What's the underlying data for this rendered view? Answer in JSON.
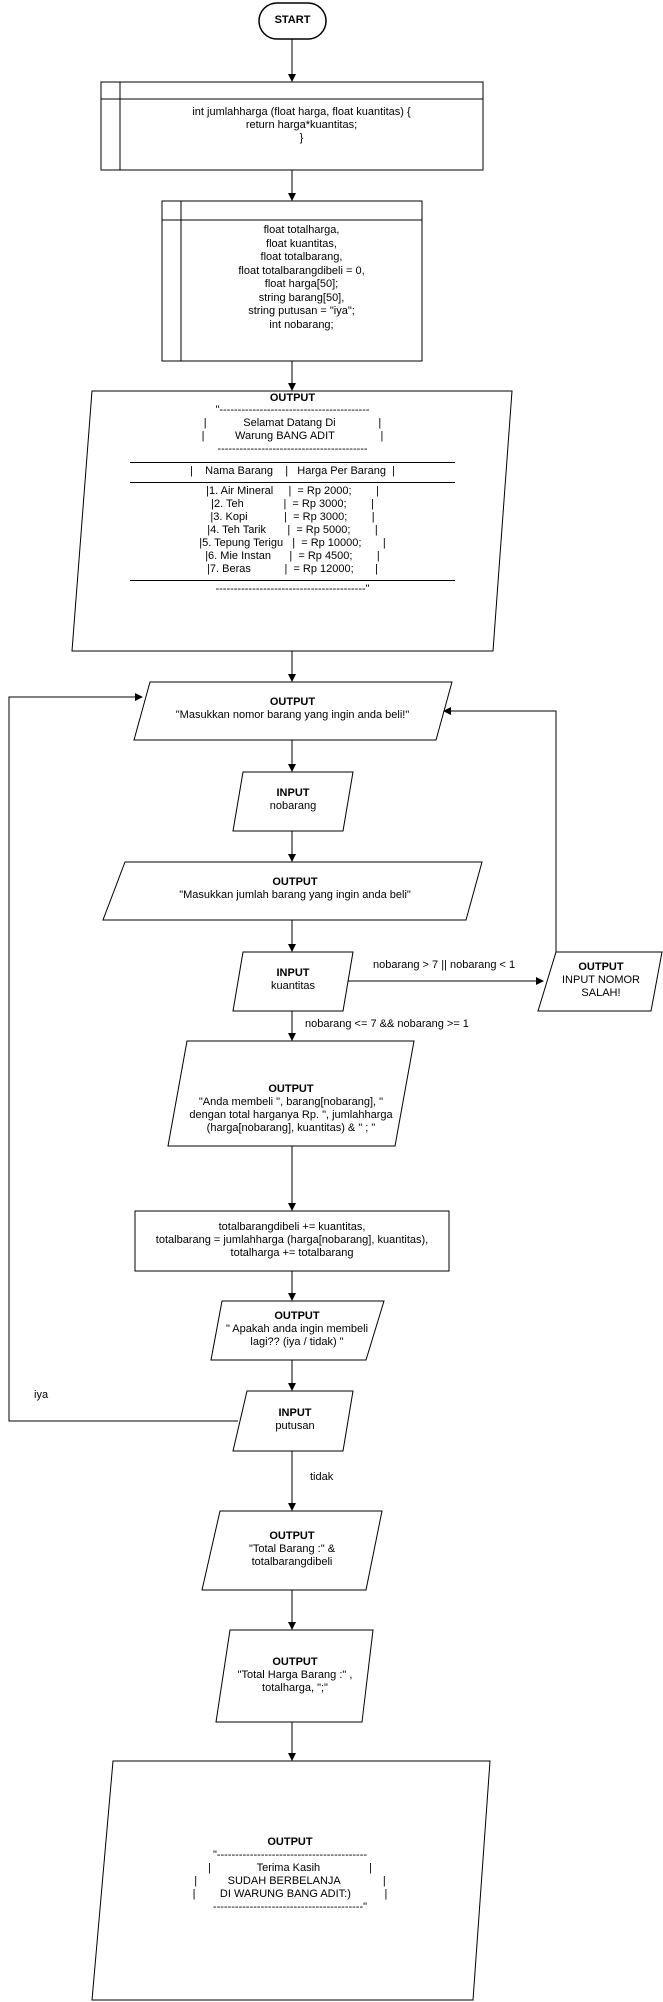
{
  "start": "START",
  "func_def": "int jumlahharga (float harga, float kuantitas) {\nreturn harga*kuantitas;\n}",
  "declarations": "float totalharga,\nfloat kuantitas,\nfloat totalbarang,\nfloat totalbarangdibeli = 0,\nfloat harga[50];\nstring barang[50],\nstring putusan = \"iya\";\nint nobarang;",
  "menu": {
    "title": "OUTPUT",
    "open_quote": "\"-----------------------------------------",
    "welcome_1": "|            Selamat Datang Di              |",
    "welcome_2": "|          Warung BANG ADIT               |",
    "sep": "-----------------------------------------",
    "header": "|    Nama Barang    |   Harga Per Barang  |",
    "items": [
      "|1. Air Mineral     |  = Rp 2000;        |",
      "|2. Teh             |  = Rp 3000;        |",
      "|3. Kopi            |  = Rp 3000;        |",
      "|4. Teh Tarik       |  = Rp 5000;        |",
      "|5. Tepung Terigu   |  = Rp 10000;       |",
      "|6. Mie Instan      |  = Rp 4500;        |",
      "|7. Beras           |  = Rp 12000;       |"
    ],
    "close_quote": "-----------------------------------------\""
  },
  "out_nomor": {
    "title": "OUTPUT",
    "text": "\"Masukkan nomor barang yang ingin anda beli!\""
  },
  "in_nobarang": {
    "title": "INPUT",
    "text": "nobarang"
  },
  "out_jumlah": {
    "title": "OUTPUT",
    "text": "\"Masukkan jumlah barang yang ingin anda beli\""
  },
  "in_kuantitas": {
    "title": "INPUT",
    "text": "kuantitas"
  },
  "out_salah": {
    "title": "OUTPUT",
    "text": "INPUT NOMOR\nSALAH!"
  },
  "cond_invalid": "nobarang > 7 || nobarang < 1",
  "cond_valid": "nobarang <= 7 && nobarang  >= 1",
  "out_membeli": {
    "title": "OUTPUT",
    "text": "\"Anda membeli \", barang[nobarang], \"\ndengan total harganya Rp. \", jumlahharga\n(harga[nobarang], kuantitas) & \" ; \""
  },
  "process_total": "totalbarangdibeli += kuantitas,\ntotalbarang = jumlahharga (harga[nobarang], kuantitas),\ntotalharga += totalbarang",
  "out_lagi": {
    "title": "OUTPUT",
    "text": "\" Apakah anda ingin membeli\nlagi?? (iya / tidak) \""
  },
  "in_putusan": {
    "title": "INPUT",
    "text": "putusan"
  },
  "label_iya": "iya",
  "label_tidak": "tidak",
  "out_total_barang": {
    "title": "OUTPUT",
    "text": "\"Total Barang :\" &\ntotalbarangdibeli"
  },
  "out_total_harga": {
    "title": "OUTPUT",
    "text": "\"Total Harga Barang :\" ,\ntotalharga, \";\""
  },
  "out_end": {
    "title": "OUTPUT",
    "lines": [
      "\"-----------------------------------------",
      "|               Terima Kasih                |",
      "|          SUDAH BERBELANJA              |",
      "|        DI WARUNG BANG ADIT:)           |",
      "-----------------------------------------\""
    ]
  }
}
